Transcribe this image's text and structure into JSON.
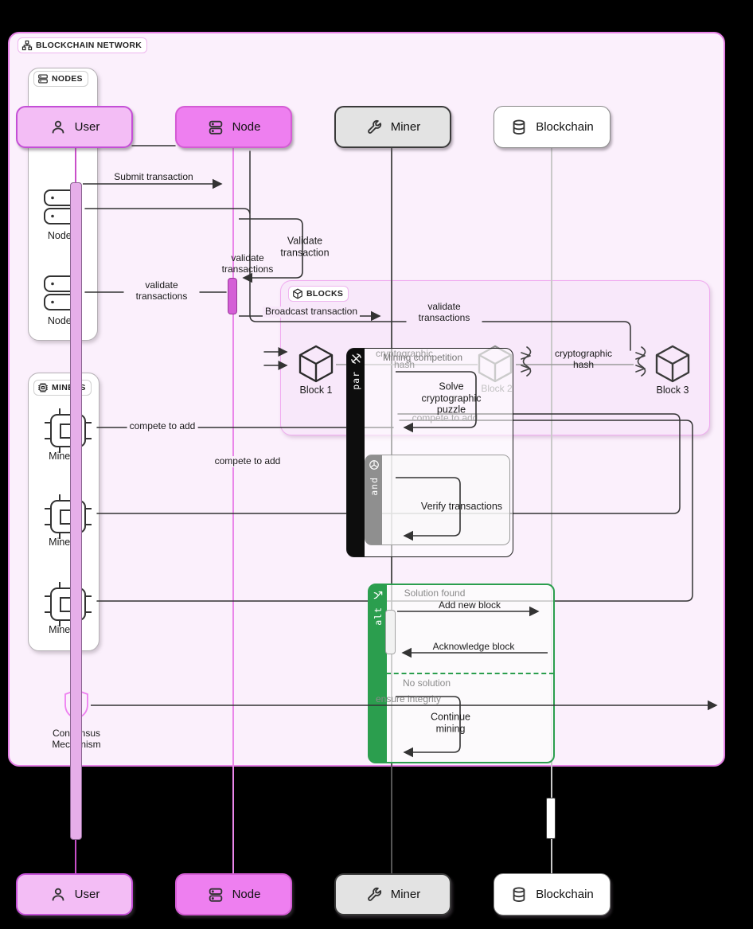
{
  "diagram": {
    "network_label": "BLOCKCHAIN NETWORK",
    "colors": {
      "container_fill": "#fbf0fc",
      "container_border": "#e57fe5",
      "node_magenta": "#ee7ff0",
      "user_pink": "#f3bdf5",
      "miner_gray": "#e3e3e3",
      "alt_green": "#2b9e4e"
    }
  },
  "actors": {
    "user": {
      "label": "User",
      "icon": "person-icon"
    },
    "node": {
      "label": "Node",
      "icon": "server-icon"
    },
    "miner": {
      "label": "Miner",
      "icon": "wrench-icon"
    },
    "blockchain": {
      "label": "Blockchain",
      "icon": "database-icon"
    }
  },
  "groups": {
    "nodes": {
      "label": "NODES",
      "icon": "server-icon",
      "items": [
        {
          "label": "Node 2"
        },
        {
          "label": "Node 1"
        }
      ]
    },
    "miners": {
      "label": "MINERS",
      "icon": "chip-icon",
      "items": [
        {
          "label": "Miner 1"
        },
        {
          "label": "Miner 2"
        },
        {
          "label": "Miner 3"
        }
      ]
    },
    "blocks": {
      "label": "BLOCKS",
      "icon": "cube-icon",
      "items": [
        {
          "label": "Block 1"
        },
        {
          "label": "Block 2"
        },
        {
          "label": "Block 3"
        }
      ]
    }
  },
  "messages": {
    "submit": "Submit transaction",
    "validate_transaction": "Validate transaction",
    "validate_transactions_near": "validate transactions",
    "validate_transactions_left": "validate transactions",
    "validate_transactions_right": "validate transactions",
    "broadcast": "Broadcast transaction",
    "crypto_hash_1": "cryptographic hash",
    "crypto_hash_2": "cryptographic hash",
    "solve_puzzle": "Solve cryptographic puzzle",
    "compete_1": "compete to add",
    "compete_2": "compete to add",
    "compete_3": "compete to add",
    "verify": "Verify transactions",
    "add_new_block": "Add new block",
    "acknowledge": "Acknowledge block",
    "continue_mining": "Continue mining",
    "ensure_integrity": "ensure integrity"
  },
  "fragments": {
    "par": {
      "label": "par",
      "title": "Mining competition",
      "icon": "pickaxe-icon"
    },
    "and": {
      "label": "and",
      "icon": "unit-icon"
    },
    "alt": {
      "label": "alt",
      "icon": "branch-icon",
      "case_1": "Solution found",
      "case_2": "No solution"
    }
  },
  "consensus": {
    "label": "Consensus Mechanism",
    "icon": "shield-icon"
  }
}
